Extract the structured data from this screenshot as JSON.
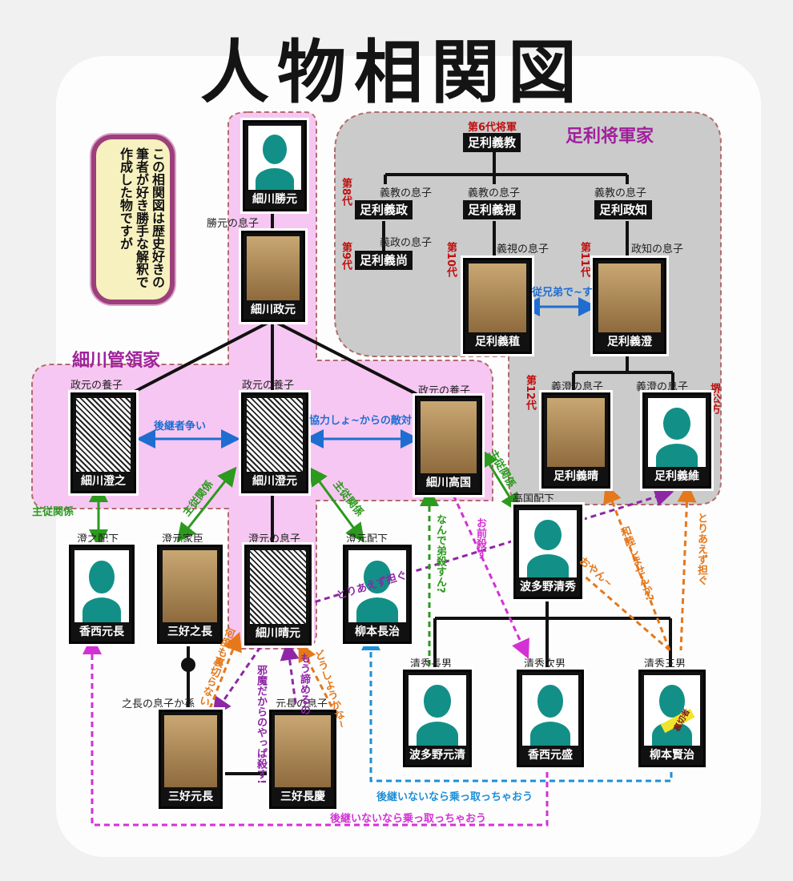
{
  "title": "人物相関図",
  "note": "この相関図は歴史好きの筆者が好き勝手な解釈で作成した物ですが",
  "regions": {
    "hosokawa": "細川管領家",
    "ashikaga": "足利将軍家"
  },
  "people": {
    "katsumoto": "細川勝元",
    "masamoto": "細川政元",
    "sumiyuki": "細川澄之",
    "sumimoto": "細川澄元",
    "takakuni": "細川高国",
    "harumoto": "細川晴元",
    "kasai_motonaga": "香西元長",
    "miyoshi_yukinaga": "三好之長",
    "yanagimoto_nagaharu": "柳本長治",
    "hatano_kiyohide": "波多野清秀",
    "hatano_motokiyo": "波多野元清",
    "kasai_motomori": "香西元盛",
    "yanagimoto_kataharu": "柳本賢治",
    "miyoshi_motonaga": "三好元長",
    "miyoshi_nagayoshi": "三好長慶",
    "yoshinori": "足利義教",
    "yoshimasa": "足利義政",
    "yoshimi": "足利義視",
    "masatomo": "足利政知",
    "yoshihisa": "足利義尚",
    "yoshitane": "足利義稙",
    "yoshizumi": "足利義澄",
    "yoshiharu": "足利義晴",
    "yoshitsuna": "足利義維"
  },
  "relations": {
    "katsumoto_son": "勝元の息子",
    "masamoto_adopted1": "政元の養子",
    "masamoto_adopted2": "政元の養子",
    "masamoto_adopted3": "政元の養子",
    "sumiyuki_retainer": "澄之配下",
    "sumimoto_vassal": "澄元家臣",
    "sumimoto_son": "澄元の息子",
    "sumimoto_retainer": "澄元配下",
    "takakuni_retainer": "高国配下",
    "yukinaga_son": "之長の息子か孫",
    "motonaga_son": "元長の息子",
    "kiyohide_son1": "清秀長男",
    "kiyohide_son2": "清秀次男",
    "kiyohide_son3": "清秀三男",
    "yoshinori_son1": "義教の息子",
    "yoshinori_son2": "義教の息子",
    "yoshinori_son3": "義教の息子",
    "yoshimasa_son": "義政の息子",
    "yoshimi_son": "義視の息子",
    "masatomo_son": "政知の息子",
    "yoshizumi_son1": "義澄の息子",
    "yoshizumi_son2": "義澄の息子"
  },
  "generations": {
    "g6": "第6代将軍",
    "g8": "第8代",
    "g9": "第9代",
    "g10": "第10代",
    "g11": "第11代",
    "g12": "第12代",
    "sakai": "堺公方"
  },
  "annotations": {
    "succession_fight": "後継者争い",
    "cooperation": "協力しょ~からの敵対",
    "cousins": "従兄弟で~す",
    "master_servant1": "主従関係",
    "master_servant2": "主従関係",
    "master_servant3": "主従関係",
    "master_servant4": "主従関係",
    "tentative": "とりあえず担ぐ",
    "why_kill_brother": "なんで弟殺すん?",
    "you_kill": "お前殺す",
    "hey": "おやん~",
    "make_peace": "和睦しませんか?",
    "tentative2": "とりあえず担ぐ",
    "hesitate": "何度も裏切らない",
    "give_up": "もう諦めるの",
    "guess_kill": "邪魔だからのやっぱ殺す!",
    "perhaps": "どうしようかな~",
    "takeover1": "後継いないなら乗っ取っちゃおう",
    "takeover2": "後継いないなら乗っ取っちゃおう"
  },
  "sash": "裏切者",
  "colors": {
    "pink": "#f7c7f3",
    "gray": "#cbcbcb",
    "teal": "#129087",
    "dash_border": "#b06d6d"
  }
}
